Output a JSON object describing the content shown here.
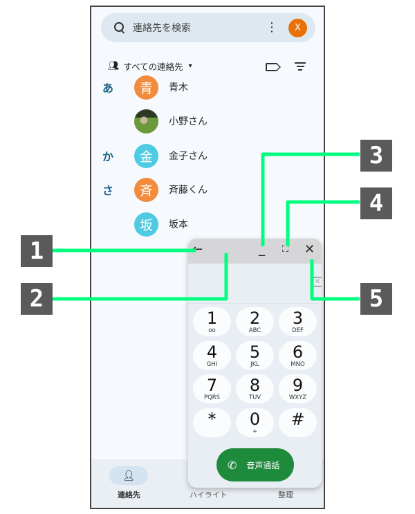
{
  "search": {
    "placeholder": "連絡先を検索",
    "more": "⋮",
    "account_initial": "X"
  },
  "filter": {
    "label": "すべての連絡先"
  },
  "contacts": [
    {
      "index": "あ",
      "initial": "青",
      "name": "青木",
      "color": "#f28b3b"
    },
    {
      "index": "",
      "initial": "",
      "name": "小野さん",
      "color": ""
    },
    {
      "index": "か",
      "initial": "金",
      "name": "金子さん",
      "color": "#4ecae3"
    },
    {
      "index": "さ",
      "initial": "斉",
      "name": "斉藤くん",
      "color": "#f28b3b"
    },
    {
      "index": "",
      "initial": "坂",
      "name": "坂本",
      "color": "#4ecae3"
    }
  ],
  "dialer": {
    "keys": [
      {
        "d": "1",
        "l": "voicemail"
      },
      {
        "d": "2",
        "l": "ABC"
      },
      {
        "d": "3",
        "l": "DEF"
      },
      {
        "d": "4",
        "l": "GHI"
      },
      {
        "d": "5",
        "l": "JKL"
      },
      {
        "d": "6",
        "l": "MNO"
      },
      {
        "d": "7",
        "l": "PQRS"
      },
      {
        "d": "8",
        "l": "TUV"
      },
      {
        "d": "9",
        "l": "WXYZ"
      },
      {
        "d": "*",
        "l": ""
      },
      {
        "d": "0",
        "l": "+"
      },
      {
        "d": "#",
        "l": ""
      }
    ],
    "call_label": "音声通話"
  },
  "nav": {
    "contacts": "連絡先",
    "highlights": "ハイライト",
    "organize": "整理"
  },
  "callouts": [
    "1",
    "2",
    "3",
    "4",
    "5"
  ],
  "colors": {
    "callout_line": "#00ff7f",
    "accent": "#1e8a3c"
  }
}
